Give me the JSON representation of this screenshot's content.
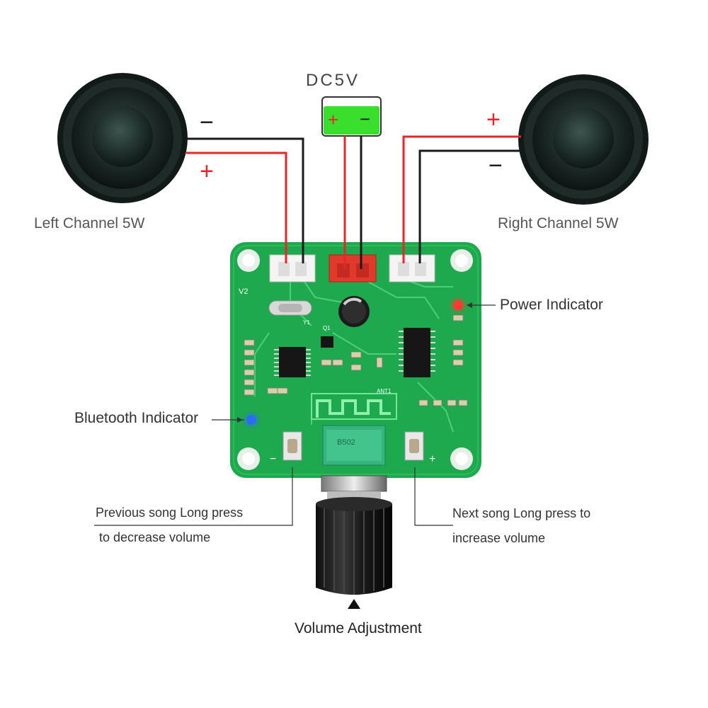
{
  "labels": {
    "power_supply": "DC5V",
    "left_channel": "Left Channel 5W",
    "right_channel": "Right Channel 5W",
    "power_indicator": "Power Indicator",
    "bluetooth_indicator": "Bluetooth Indicator",
    "previous_line1": "Previous song Long press",
    "previous_line2": "to decrease volume",
    "next_line1": "Next song Long press to",
    "next_line2": "increase volume",
    "volume_adjustment": "Volume Adjustment"
  },
  "polarity": {
    "plus": "+",
    "minus": "−"
  },
  "board": {
    "version": "V2",
    "antenna": "ANT1",
    "crystal": "Y1",
    "transistor": "Q1",
    "pot_marking": "B502"
  },
  "colors": {
    "pcb": "#1fa94e",
    "wire_red": "#e8262a",
    "wire_black": "#1a1a1a",
    "power_led": "#ff3b2f",
    "bluetooth_led": "#2b6cff",
    "dc_terminal": "#3adf2e"
  }
}
